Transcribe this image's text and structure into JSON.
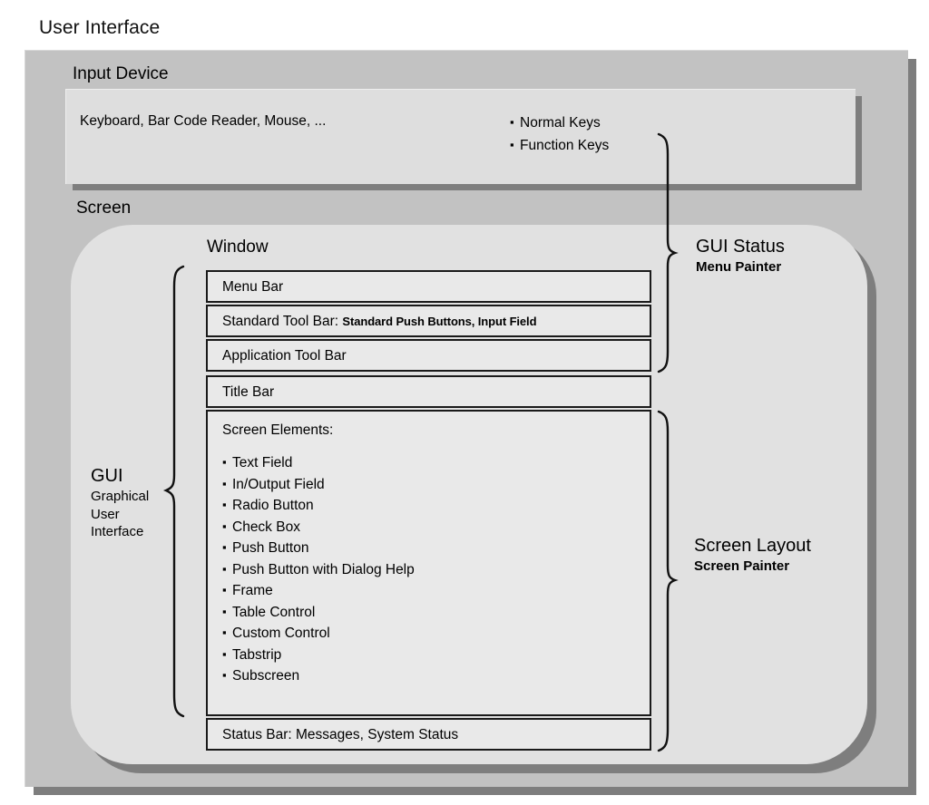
{
  "title": "User Interface",
  "input_device": {
    "label": "Input Device",
    "devices": "Keyboard, Bar Code Reader, Mouse, ...",
    "keys": [
      "Normal Keys",
      "Function Keys"
    ]
  },
  "screen": {
    "label": "Screen",
    "window": {
      "label": "Window",
      "boxes": [
        {
          "label": "Menu Bar",
          "sub": ""
        },
        {
          "label": "Standard Tool Bar:",
          "sub": "Standard Push Buttons, Input Field"
        },
        {
          "label": "Application Tool Bar",
          "sub": ""
        },
        {
          "label": "Title Bar",
          "sub": ""
        }
      ],
      "screen_elements": {
        "heading": "Screen Elements:",
        "items": [
          "Text Field",
          "In/Output Field",
          "Radio Button",
          "Check Box",
          "Push Button",
          "Push Button with Dialog Help",
          "Frame",
          "Table Control",
          "Custom Control",
          "Tabstrip",
          "Subscreen"
        ]
      },
      "status_bar": "Status Bar: Messages, System Status"
    }
  },
  "annotations": {
    "gui_status": {
      "main": "GUI Status",
      "sub": "Menu Painter"
    },
    "screen_layout": {
      "main": "Screen Layout",
      "sub": "Screen Painter"
    },
    "gui": {
      "main": "GUI",
      "sub_line1": "Graphical",
      "sub_line2": "User",
      "sub_line3": "Interface"
    }
  },
  "colors": {
    "page_background": "#ffffff",
    "outer_panel": "#c2c2c2",
    "inner_panel": "#dedede",
    "screen_area": "#e1e1e1",
    "box_fill": "#e9e9e9",
    "box_border": "#1a1a1a",
    "shadow": "#7e7e7e",
    "text": "#000000"
  },
  "icons": {
    "bullet": "square-bullet-icon",
    "brace_right": "curly-brace-right-icon",
    "brace_left": "curly-brace-left-icon"
  }
}
